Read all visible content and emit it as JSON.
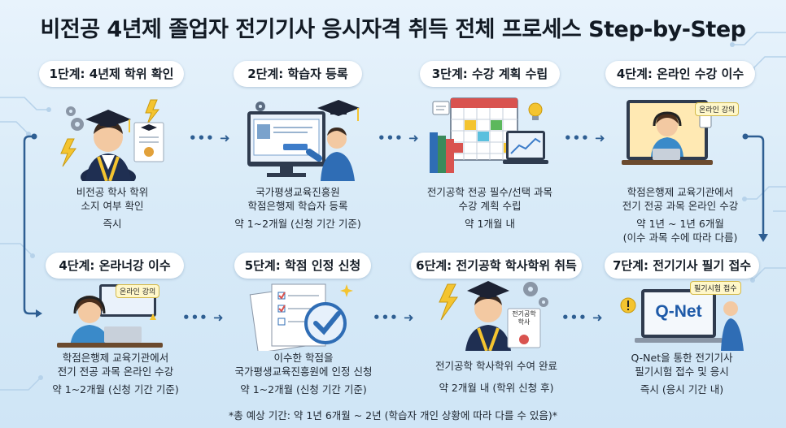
{
  "title": "비전공 4년제 졸업자 전기기사 응시자격 취득 전체 프로세스 Step-by-Step",
  "steps": [
    {
      "label": "1단계: 4년제 학위 확인",
      "desc1": "비전공 학사 학위",
      "desc2": "소지 여부 확인",
      "duration": "즉시"
    },
    {
      "label": "2단계: 학습자 등록",
      "desc1": "국가평생교육진흥원",
      "desc2": "학점은행제 학습자 등록",
      "duration": "약 1~2개월 (신청 기간 기준)"
    },
    {
      "label": "3단계: 수강 계획 수립",
      "desc1": "전기공학 전공 필수/선택 과목",
      "desc2": "수강 계획 수립",
      "duration": "약 1개월 내"
    },
    {
      "label": "4단계: 온라인 수강 이수",
      "desc1": "학점은행제 교육기관에서",
      "desc2": "전기 전공 과목 온라인 수강",
      "duration": "약 1년 ~ 1년 6개월",
      "duration2": "(이수 과목 수에 따라 다름)",
      "tag": "온라인 강의"
    },
    {
      "label": "4단계: 온라너강 이수",
      "desc1": "학점은행제 교육기관에서",
      "desc2": "전기 전공 과목 온라인 수강",
      "duration": "약 1~2개월 (신청 기간 기준)",
      "tag": "온라인 강의"
    },
    {
      "label": "5단계: 학점 인정 신청",
      "desc1": "이수한 학점을",
      "desc2": "국가평생교육진흥원에 인정 신청",
      "duration": "약 1~2개월 (신청 기간 기준)"
    },
    {
      "label": "6단계: 전기공학 학사학위 취득",
      "desc1": "전기공학 학사학위 수여 완료",
      "desc2": "",
      "duration": "약 2개월 내 (학위 신청 후)",
      "tag": "전기공학",
      "tag2": "학사"
    },
    {
      "label": "7단계: 전기기사 필기 접수",
      "desc1": "Q-Net을 통한 전기기사",
      "desc2": "필기시험 접수 및 응시",
      "duration": "즉시 (응시 기간 내)",
      "tag": "필기시험 접수",
      "screen": "Q-Net"
    }
  ],
  "footer": "*총 예상 기간: 약 1년 6개월 ~ 2년 (학습자 개인 상황에 따라 다를 수 있음)*",
  "colors": {
    "accent": "#2e5e92",
    "pill_bg": "#ffffff",
    "background": "#dbeaf7"
  }
}
